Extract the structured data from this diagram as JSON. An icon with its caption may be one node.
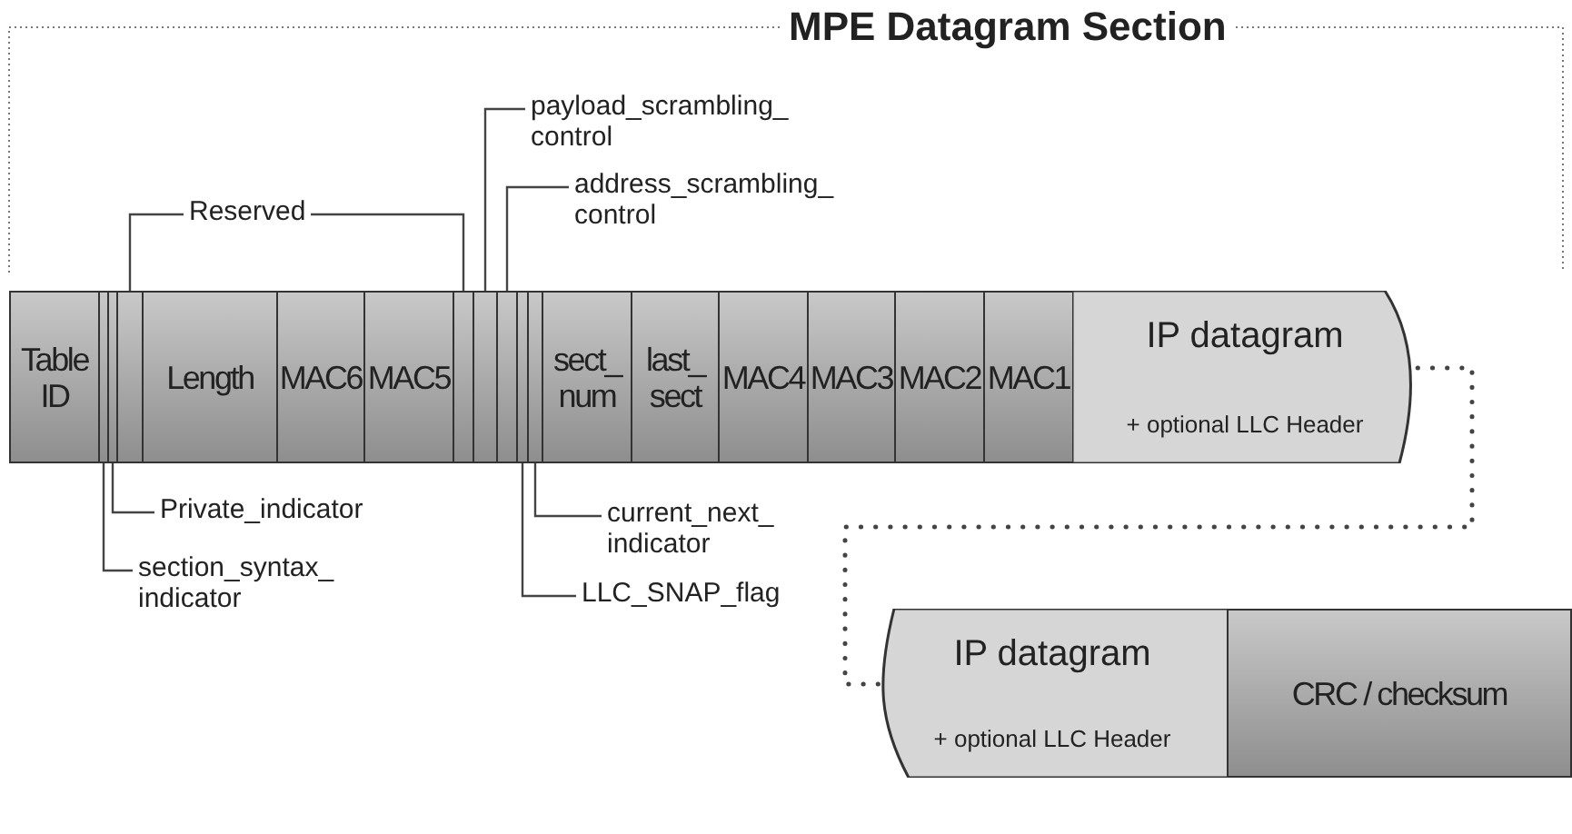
{
  "diagram": {
    "title": "MPE Datagram Section",
    "nodes": [
      {
        "text": [
          "Reserved"
        ]
      },
      {
        "text": [
          "payload_scrambling_ control"
        ]
      },
      {
        "text": [
          "address_scrambling_ control"
        ]
      },
      {
        "text": [
          "Table ID"
        ]
      },
      {
        "text": [],
        "shape": "box"
      },
      {
        "text": [],
        "shape": "box"
      },
      {
        "text": [],
        "shape": "box"
      },
      {
        "text": [
          "Length"
        ]
      },
      {
        "text": [
          "MAC6"
        ]
      },
      {
        "text": [
          "MAC5"
        ]
      },
      {
        "text": [],
        "shape": "box"
      },
      {
        "text": [],
        "shape": "box"
      },
      {
        "text": [],
        "shape": "box"
      },
      {
        "text": [],
        "shape": "box"
      },
      {
        "text": [],
        "shape": "box"
      },
      {
        "text": [
          "sect_ num"
        ]
      },
      {
        "text": [
          "last_ sect"
        ]
      },
      {
        "text": [
          "MAC4"
        ]
      },
      {
        "text": [
          "MAC3"
        ]
      },
      {
        "text": [
          "MAC2"
        ]
      },
      {
        "text": [
          "MAC1"
        ]
      },
      {
        "text": [
          "IP datagram",
          "+ optional LLC Header"
        ]
      },
      {
        "text": [
          "Private_indicator"
        ]
      },
      {
        "text": [
          "current_next_ indicator"
        ]
      },
      {
        "text": [
          "section_syntax_ indicator"
        ]
      },
      {
        "text": [
          "LLC_SNAP_flag"
        ]
      },
      {
        "text": [
          "IP datagram",
          "+ optional LLC Header"
        ]
      },
      {
        "text": [
          "CRC / checksum"
        ]
      }
    ],
    "edges": [
      {
        "from": 0,
        "to": 6,
        "arrow": "none"
      },
      {
        "from": 0,
        "to": 10,
        "arrow": "none"
      },
      {
        "from": 1,
        "to": 11,
        "arrow": "none"
      },
      {
        "from": 2,
        "to": 12,
        "arrow": "none"
      },
      {
        "from": 22,
        "to": 5,
        "arrow": "none"
      },
      {
        "from": 23,
        "to": 14,
        "arrow": "none"
      },
      {
        "from": 24,
        "to": 4,
        "arrow": "none"
      },
      {
        "from": 25,
        "to": 13,
        "arrow": "none"
      },
      {
        "from": 21,
        "to": 26,
        "arrow": "none",
        "style": "dashed"
      }
    ]
  }
}
